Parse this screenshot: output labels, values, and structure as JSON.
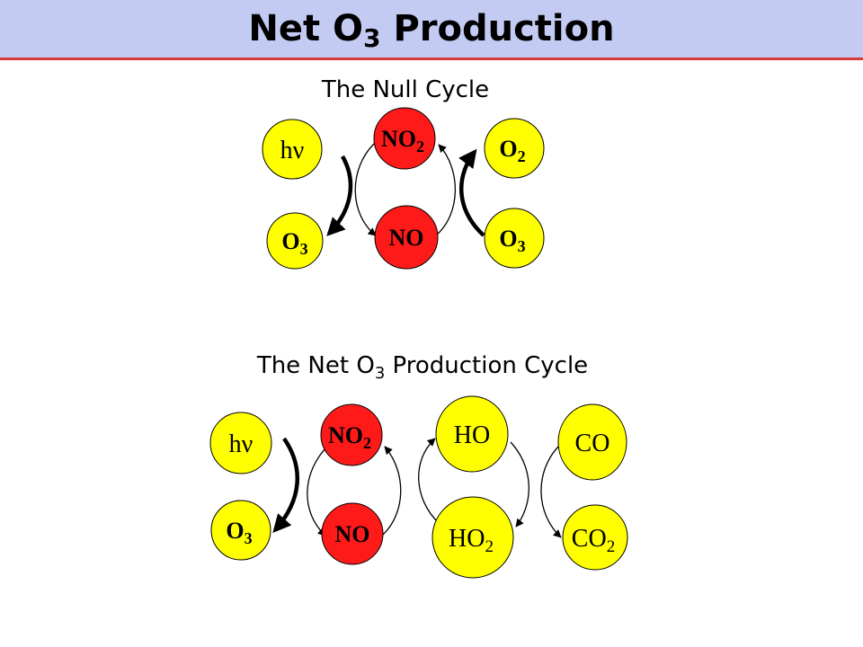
{
  "title": "Net O3 Production",
  "colors": {
    "title_bg": "#c3cbf2",
    "title_rule": "#d93a3a",
    "yellow_node": "#ffff00",
    "red_node": "#ff1a1a"
  },
  "null_cycle": {
    "title": "The Null Cycle",
    "nodes": [
      {
        "id": "hv",
        "label": "hν",
        "color": "yellow"
      },
      {
        "id": "o3_left",
        "label": "O3",
        "color": "yellow"
      },
      {
        "id": "no2",
        "label": "NO2",
        "color": "red"
      },
      {
        "id": "no",
        "label": "NO",
        "color": "red"
      },
      {
        "id": "o2",
        "label": "O2",
        "color": "yellow"
      },
      {
        "id": "o3_right",
        "label": "O3",
        "color": "yellow"
      }
    ]
  },
  "net_cycle": {
    "title": "The Net O3 Production Cycle",
    "nodes": [
      {
        "id": "hv",
        "label": "hν",
        "color": "yellow"
      },
      {
        "id": "o3",
        "label": "O3",
        "color": "yellow"
      },
      {
        "id": "no2",
        "label": "NO2",
        "color": "red"
      },
      {
        "id": "no",
        "label": "NO",
        "color": "red"
      },
      {
        "id": "ho",
        "label": "HO",
        "color": "yellow"
      },
      {
        "id": "ho2",
        "label": "HO2",
        "color": "yellow"
      },
      {
        "id": "co",
        "label": "CO",
        "color": "yellow"
      },
      {
        "id": "co2",
        "label": "CO2",
        "color": "yellow"
      }
    ]
  }
}
